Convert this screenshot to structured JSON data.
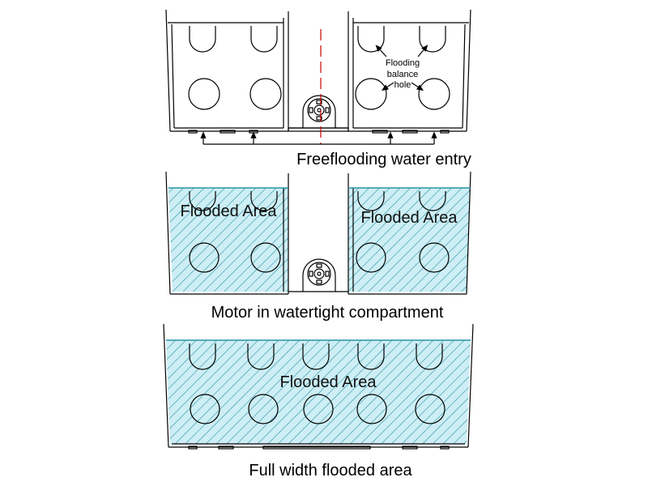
{
  "panels": {
    "top": {
      "caption": "Freeflooding water entry",
      "annotation": [
        "Flooding",
        "balance",
        "hole"
      ]
    },
    "middle": {
      "caption": "Motor in watertight compartment",
      "left_area": "Flooded Area",
      "right_area": "Flooded Area"
    },
    "bottom": {
      "caption": "Full width flooded area",
      "area": "Flooded Area"
    }
  },
  "colors": {
    "line": "#000000",
    "centerline": "#cc0000",
    "flood_fill": "#cdeef4",
    "flood_hatch": "#2a93a8"
  }
}
